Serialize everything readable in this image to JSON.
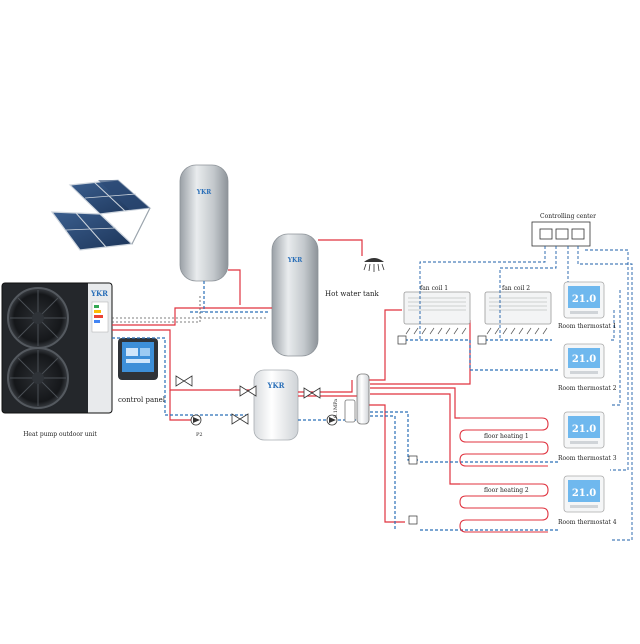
{
  "labels": {
    "heat_pump": "Heat pump outdoor unit",
    "control_panel": "control panel",
    "hot_water_tank": "Hot water tank",
    "controlling_center": "Controlling center",
    "fan_coil_1": "fan coil 1",
    "fan_coil_2": "fan coil 2",
    "floor_heating_1": "floor heating 1",
    "floor_heating_2": "floor heating 2",
    "room_thermostat_1": "Room thermostat 1",
    "room_thermostat_2": "Room thermostat 2",
    "room_thermostat_3": "Room thermostat 3",
    "room_thermostat_4": "Room thermostat 4",
    "brand": "YKR",
    "thermostat_reading": "21.0",
    "pressure_label": "0.1MPa",
    "pump_mark": "P2"
  },
  "colors": {
    "hot_line": "#e0333f",
    "cold_line": "#2a6fb8",
    "control_line": "#1d5fa8",
    "steel": "#b9bec3",
    "display": "#3d8fd8"
  }
}
